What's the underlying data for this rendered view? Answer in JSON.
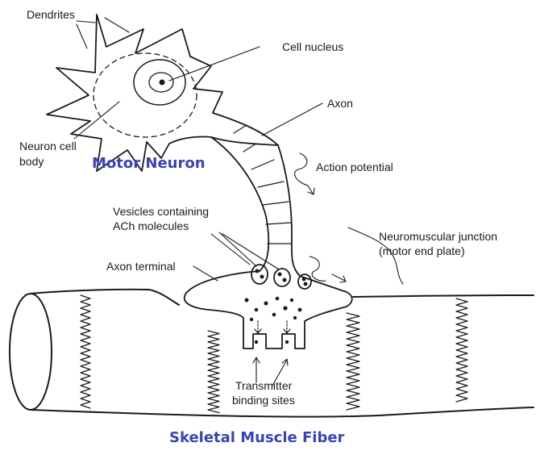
{
  "labels": {
    "dendrites": "Dendrites",
    "cell_nucleus": "Cell nucleus",
    "axon": "Axon",
    "neuron_cell_body_1": "Neuron cell",
    "neuron_cell_body_2": "body",
    "action_potential": "Action potential",
    "vesicles_1": "Vesicles containing",
    "vesicles_2": "ACh molecules",
    "nmj_1": "Neuromuscular junction",
    "nmj_2": "(motor end plate)",
    "axon_terminal": "Axon terminal",
    "transmitter_1": "Transmitter",
    "transmitter_2": "binding sites"
  },
  "titles": {
    "motor_neuron": "Motor Neuron",
    "skeletal_muscle_fiber": "Skeletal Muscle Fiber"
  },
  "colors": {
    "title_blue": "#3a44b0",
    "line": "#1a1a1a"
  }
}
